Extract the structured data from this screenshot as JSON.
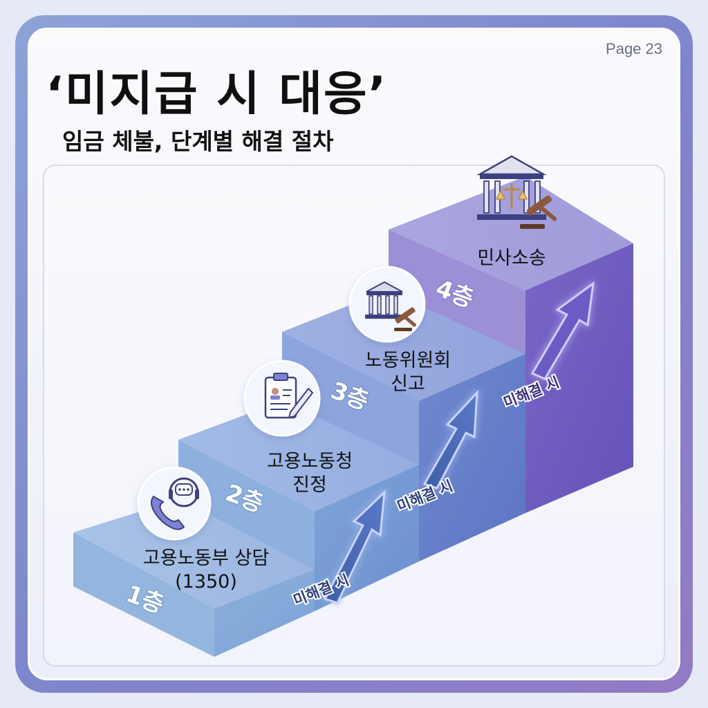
{
  "page_label": "Page 23",
  "title": "‘미지급 시 대응’",
  "subtitle": "임금 체불, 단계별 해결 절차",
  "steps": [
    {
      "floor": "1층",
      "label_lines": [
        "고용노동부 상담",
        "(1350)"
      ],
      "icon": "phone-headset-chat-icon"
    },
    {
      "floor": "2층",
      "label_lines": [
        "고용노동청",
        "진정"
      ],
      "icon": "clipboard-pen-icon"
    },
    {
      "floor": "3층",
      "label_lines": [
        "노동위원회",
        "신고"
      ],
      "icon": "courthouse-gavel-icon"
    },
    {
      "floor": "4층",
      "label_lines": [
        "민사소송"
      ],
      "icon": "courthouse-scales-gavel-icon"
    }
  ],
  "arrow_label": "미해결 시",
  "colors": {
    "step1": "#8fb2dd",
    "step2": "#86a8de",
    "step3": "#7f98d6",
    "step4": "#8a82cf",
    "arrow": "#4f63a8",
    "title": "#101010"
  }
}
